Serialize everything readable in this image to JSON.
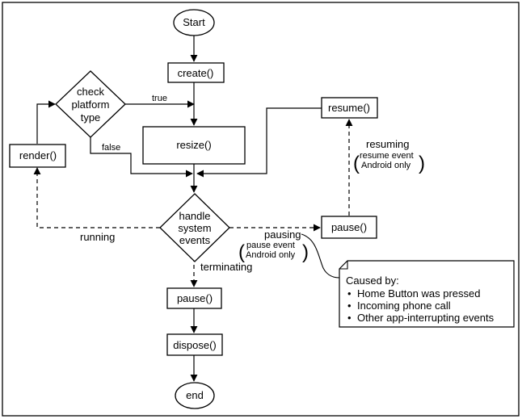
{
  "nodes": {
    "start": "Start",
    "create": "create()",
    "check_platform": [
      "check",
      "platform",
      "type"
    ],
    "resize": "resize()",
    "render": "render()",
    "resume": "resume()",
    "handle_events": [
      "handle",
      "system",
      "events"
    ],
    "pause_right": "pause()",
    "pause_bottom": "pause()",
    "dispose": "dispose()",
    "end": "end"
  },
  "edges": {
    "true": "true",
    "false": "false",
    "running": "running",
    "terminating": "terminating",
    "resuming": "resuming",
    "resume_event_1": "resume event",
    "resume_event_2": "Android only",
    "pausing": "pausing",
    "pause_event_1": "pause event",
    "pause_event_2": "Android only"
  },
  "note": {
    "title": "Caused by:",
    "items": [
      "Home Button was pressed",
      "Incoming phone call",
      "Other app-interrupting events"
    ]
  }
}
